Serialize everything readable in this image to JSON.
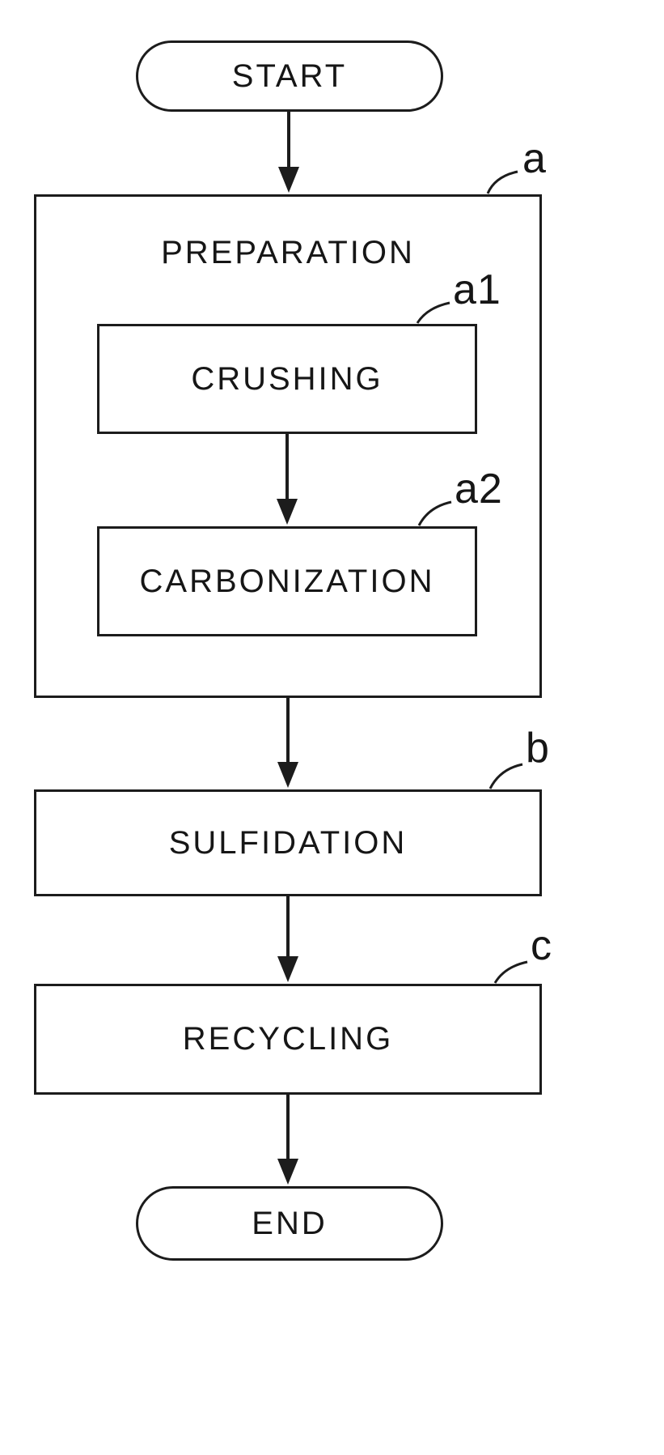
{
  "flowchart": {
    "terminals": {
      "start": "START",
      "end": "END"
    },
    "group": {
      "ref": "a",
      "title": "PREPARATION"
    },
    "steps": [
      {
        "ref": "a1",
        "label": "CRUSHING"
      },
      {
        "ref": "a2",
        "label": "CARBONIZATION"
      },
      {
        "ref": "b",
        "label": "SULFIDATION"
      },
      {
        "ref": "c",
        "label": "RECYCLING"
      }
    ],
    "colors": {
      "stroke": "#1c1c1c",
      "background": "#ffffff"
    }
  }
}
